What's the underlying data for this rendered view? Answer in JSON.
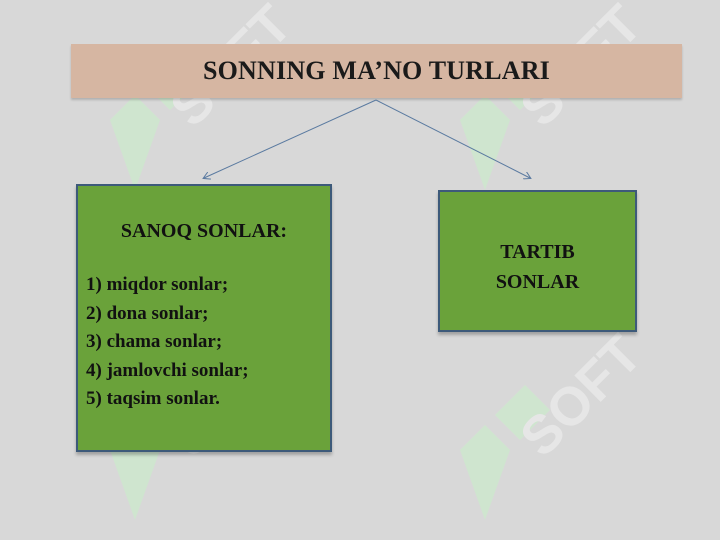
{
  "title": "SONNING MA’NO TURLARI",
  "left_box": {
    "heading": "SANOQ SONLAR:",
    "items": [
      "1) miqdor sonlar;",
      "2) dona sonlar;",
      "3) chama sonlar;",
      "4) jamlovchi sonlar;",
      "5) taqsim sonlar."
    ]
  },
  "right_box": {
    "label": "TARTIB SONLAR"
  },
  "watermark": {
    "text": "SOFT"
  },
  "colors": {
    "background": "#d8d8d8",
    "title_bar": "#d6b6a2",
    "box_fill": "#6aa23a",
    "box_border": "#3d5a7a",
    "connector": "#5a7aa0"
  }
}
